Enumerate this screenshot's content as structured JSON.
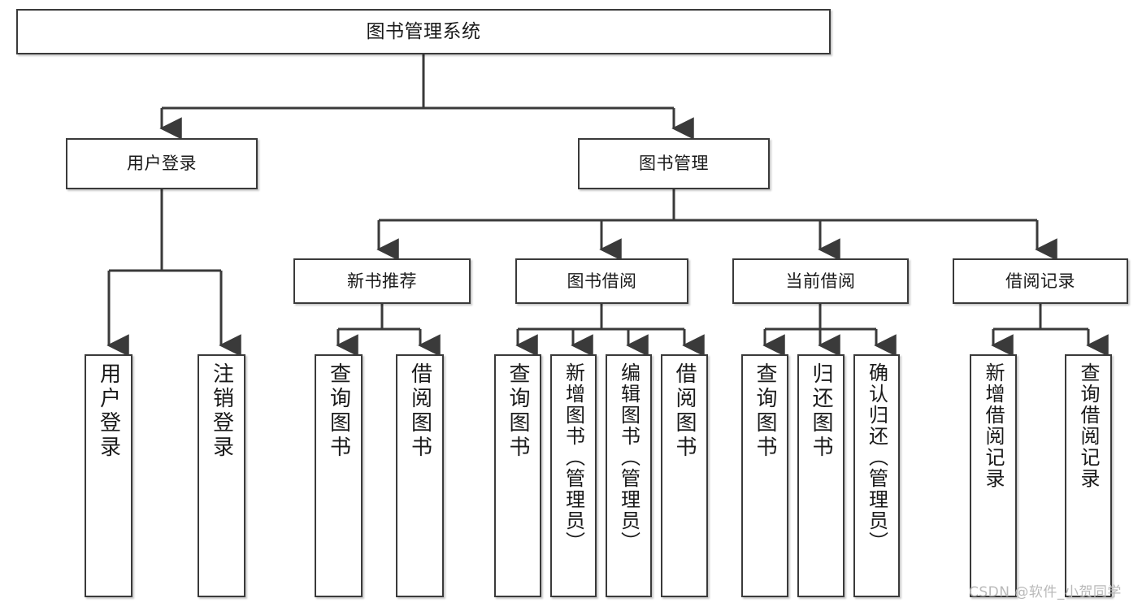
{
  "diagram": {
    "title": "图书管理系统",
    "type": "功能结构图",
    "root": {
      "label": "图书管理系统"
    },
    "level1": [
      {
        "id": "user-login",
        "label": "用户登录"
      },
      {
        "id": "book-manage",
        "label": "图书管理"
      }
    ],
    "level2": [
      {
        "id": "new-book",
        "label": "新书推荐",
        "parent": "book-manage"
      },
      {
        "id": "borrow",
        "label": "图书借阅",
        "parent": "book-manage"
      },
      {
        "id": "current",
        "label": "当前借阅",
        "parent": "book-manage"
      },
      {
        "id": "record",
        "label": "借阅记录",
        "parent": "book-manage"
      }
    ],
    "leaves": [
      {
        "id": "leaf-1",
        "label": "用户登录",
        "parent": "user-login"
      },
      {
        "id": "leaf-2",
        "label": "注销登录",
        "parent": "user-login"
      },
      {
        "id": "leaf-3",
        "label": "查询图书",
        "parent": "new-book"
      },
      {
        "id": "leaf-4",
        "label": "借阅图书",
        "parent": "new-book"
      },
      {
        "id": "leaf-5",
        "label": "查询图书",
        "parent": "borrow"
      },
      {
        "id": "leaf-6",
        "label": "新增图书（管理员）",
        "parent": "borrow"
      },
      {
        "id": "leaf-7",
        "label": "编辑图书（管理员）",
        "parent": "borrow"
      },
      {
        "id": "leaf-8",
        "label": "借阅图书",
        "parent": "borrow"
      },
      {
        "id": "leaf-9",
        "label": "查询图书",
        "parent": "current"
      },
      {
        "id": "leaf-10",
        "label": "归还图书",
        "parent": "current"
      },
      {
        "id": "leaf-11",
        "label": "确认归还（管理员）",
        "parent": "current"
      },
      {
        "id": "leaf-12",
        "label": "新增借阅记录",
        "parent": "record"
      },
      {
        "id": "leaf-13",
        "label": "查询借阅记录",
        "parent": "record"
      }
    ],
    "colors": {
      "box_border": "#3a3a3a",
      "box_fill": "#ffffff",
      "connector": "#3a3a3a",
      "text": "#1a1a1a",
      "watermark": "#b9b9b9",
      "background": "#ffffff"
    }
  },
  "watermark": {
    "text": "CSDN @软件_小贺同学"
  }
}
